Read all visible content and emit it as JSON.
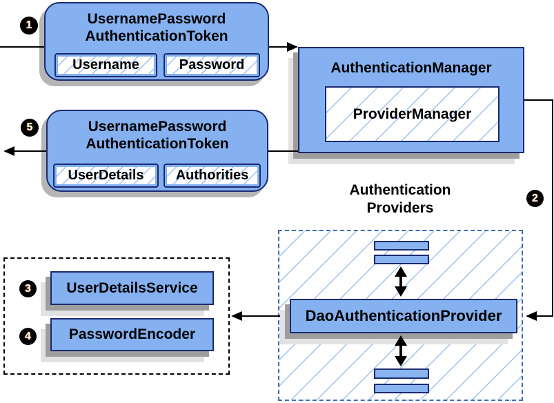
{
  "diagram": {
    "type": "flow-diagram",
    "subject": "Spring Security DaoAuthenticationProvider authentication flow"
  },
  "colors": {
    "node_fill": "#85b1f0",
    "node_border": "#1a2a70",
    "hatch_line": "#9cc2ef",
    "dashed_group_border": "#3f6cb4",
    "beans_group_border": "#000000",
    "shadow": "#9e9e9e",
    "connector": "#000000",
    "badge_bg": "#000000",
    "badge_text": "#ffffff"
  },
  "steps": [
    "1",
    "2",
    "3",
    "4",
    "5"
  ],
  "nodes": {
    "token_request": {
      "title_lines": [
        "UsernamePassword",
        "AuthenticationToken"
      ],
      "fields": [
        "Username",
        "Password"
      ]
    },
    "auth_manager": {
      "title": "AuthenticationManager",
      "inner": "ProviderManager"
    },
    "token_result": {
      "title_lines": [
        "UsernamePassword",
        "AuthenticationToken"
      ],
      "fields": [
        "UserDetails",
        "Authorities"
      ]
    },
    "providers_group": {
      "title_lines": [
        "Authentication",
        "Providers"
      ]
    },
    "dao_provider": {
      "label": "DaoAuthenticationProvider"
    },
    "beans_group": {
      "user_details_service": "UserDetailsService",
      "password_encoder": "PasswordEncoder"
    }
  }
}
